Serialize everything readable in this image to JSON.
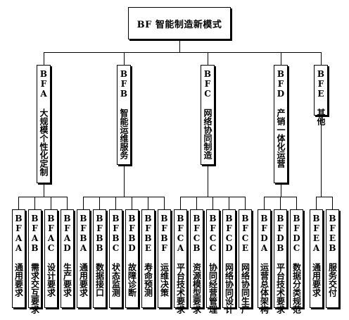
{
  "root": {
    "label": "BF 智能制造新模式"
  },
  "categories": [
    {
      "label": "BFA 大规模个性化定制",
      "children": [
        "BFAA 通用要求",
        "BFAB 需求交互要求",
        "BFAC 设计要求",
        "BFAD 生产要求"
      ]
    },
    {
      "label": "BFB 智能运维服务",
      "children": [
        "BFBA 通用要求",
        "BFBB 数据接口",
        "BFBC 状态监测",
        "BFBD 故障诊断",
        "BFBE 寿命预测",
        "BFBF 运维决策"
      ]
    },
    {
      "label": "BFC 网络协同制造",
      "children": [
        "BFCA 平台技术要求",
        "BFCB 资源模型要求",
        "BFCC 协同经营管理",
        "BFCD 网络协同设计",
        "BFCE 网络协同生产"
      ]
    },
    {
      "label": "BFD 产销一体化运营",
      "children": [
        "BFDA 运营总体架构",
        "BFDB 平台技术要求",
        "BFDC 数据分类规范"
      ]
    },
    {
      "label": "BFE 其他",
      "children": [
        "BFEA 通用要求",
        "BFEB 服务交付"
      ]
    }
  ]
}
